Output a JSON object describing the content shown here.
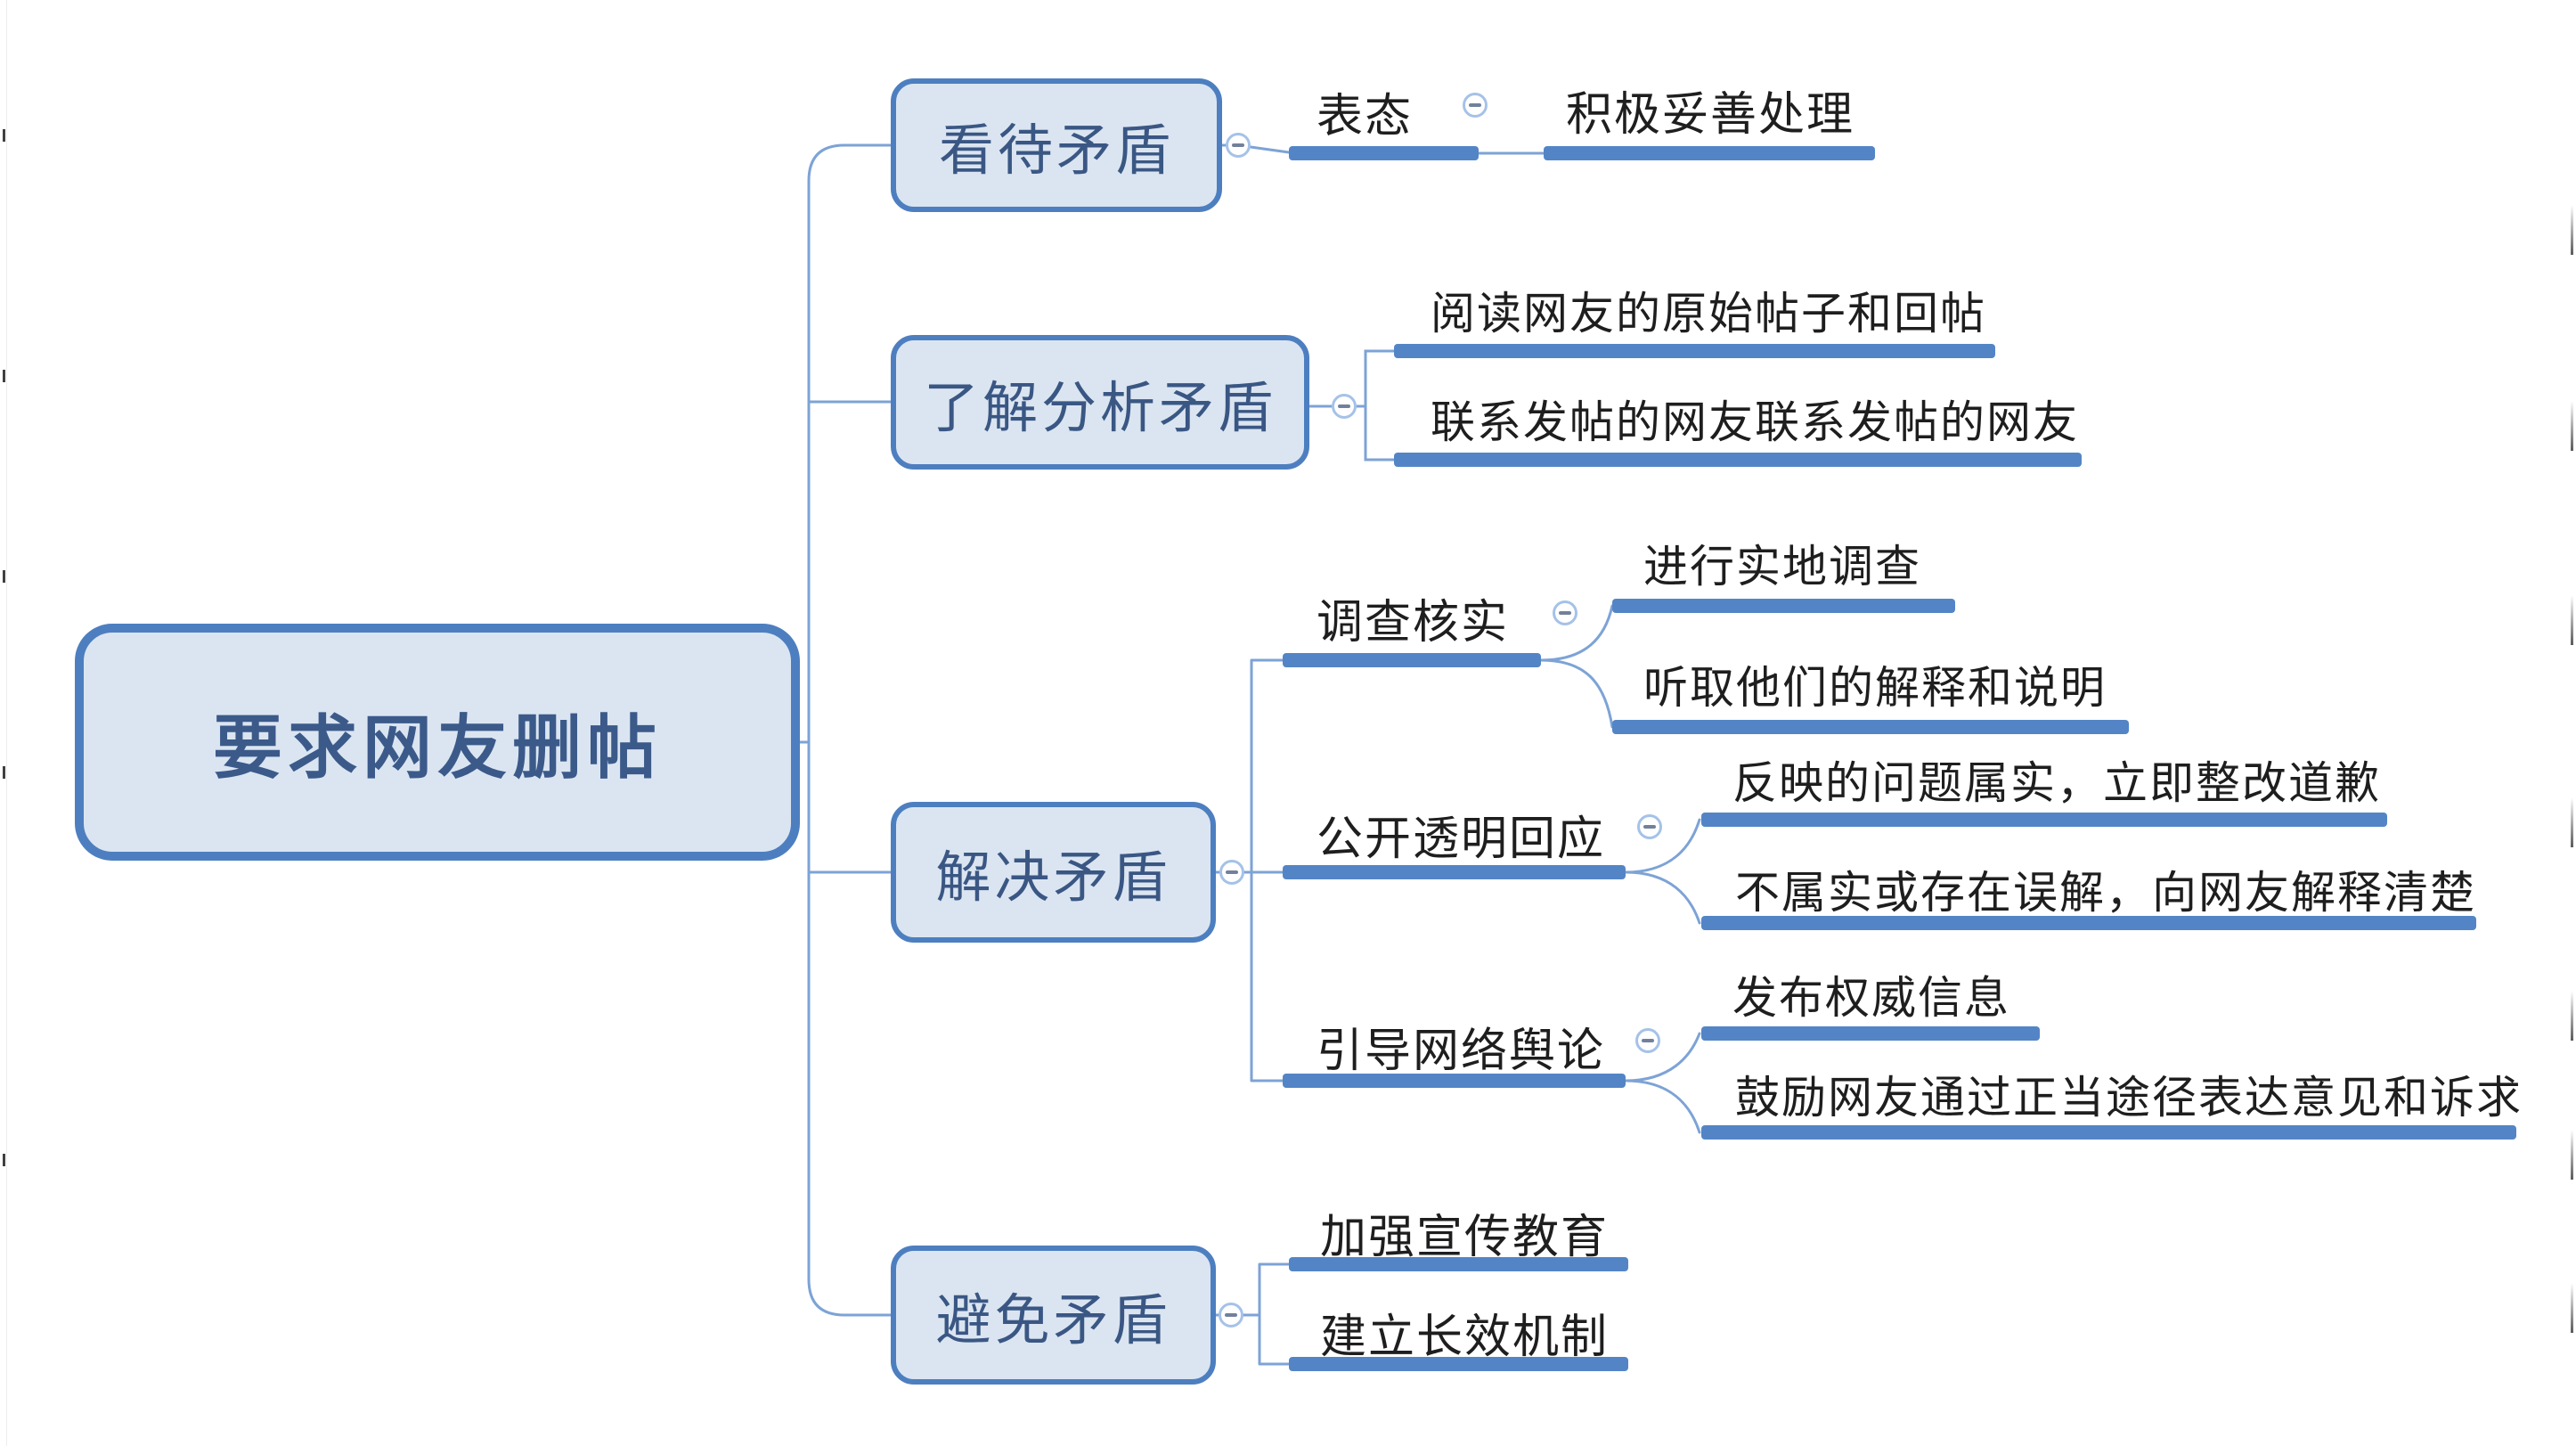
{
  "root": {
    "label": "要求网友删帖"
  },
  "branches": [
    {
      "label": "看待矛盾",
      "children": [
        {
          "label": "表态",
          "children": [
            {
              "label": "积极妥善处理"
            }
          ]
        }
      ]
    },
    {
      "label": "了解分析矛盾",
      "children": [
        {
          "label": "阅读网友的原始帖子和回帖"
        },
        {
          "label": "联系发帖的网友联系发帖的网友"
        }
      ]
    },
    {
      "label": "解决矛盾",
      "children": [
        {
          "label": "调查核实",
          "children": [
            {
              "label": "进行实地调查"
            },
            {
              "label": "听取他们的解释和说明"
            }
          ]
        },
        {
          "label": "公开透明回应",
          "children": [
            {
              "label": "反映的问题属实，立即整改道歉"
            },
            {
              "label": "不属实或存在误解，向网友解释清楚"
            }
          ]
        },
        {
          "label": "引导网络舆论",
          "children": [
            {
              "label": "发布权威信息"
            },
            {
              "label": "鼓励网友通过正当途径表达意见和诉求"
            }
          ]
        }
      ]
    },
    {
      "label": "避免矛盾",
      "children": [
        {
          "label": "加强宣传教育"
        },
        {
          "label": "建立长效机制"
        }
      ]
    }
  ],
  "icons": {
    "collapse": "minus-in-circle"
  },
  "colors": {
    "box_border": "#4d7fc0",
    "box_fill": "#dbe5f1",
    "box_text": "#3a5784",
    "bar": "#5385c6",
    "connector": "#7da3d6",
    "sub_text": "#1e1e1e",
    "collapse_ring": "#a5c2e8",
    "collapse_minus": "#72809b",
    "background": "#ffffff"
  }
}
